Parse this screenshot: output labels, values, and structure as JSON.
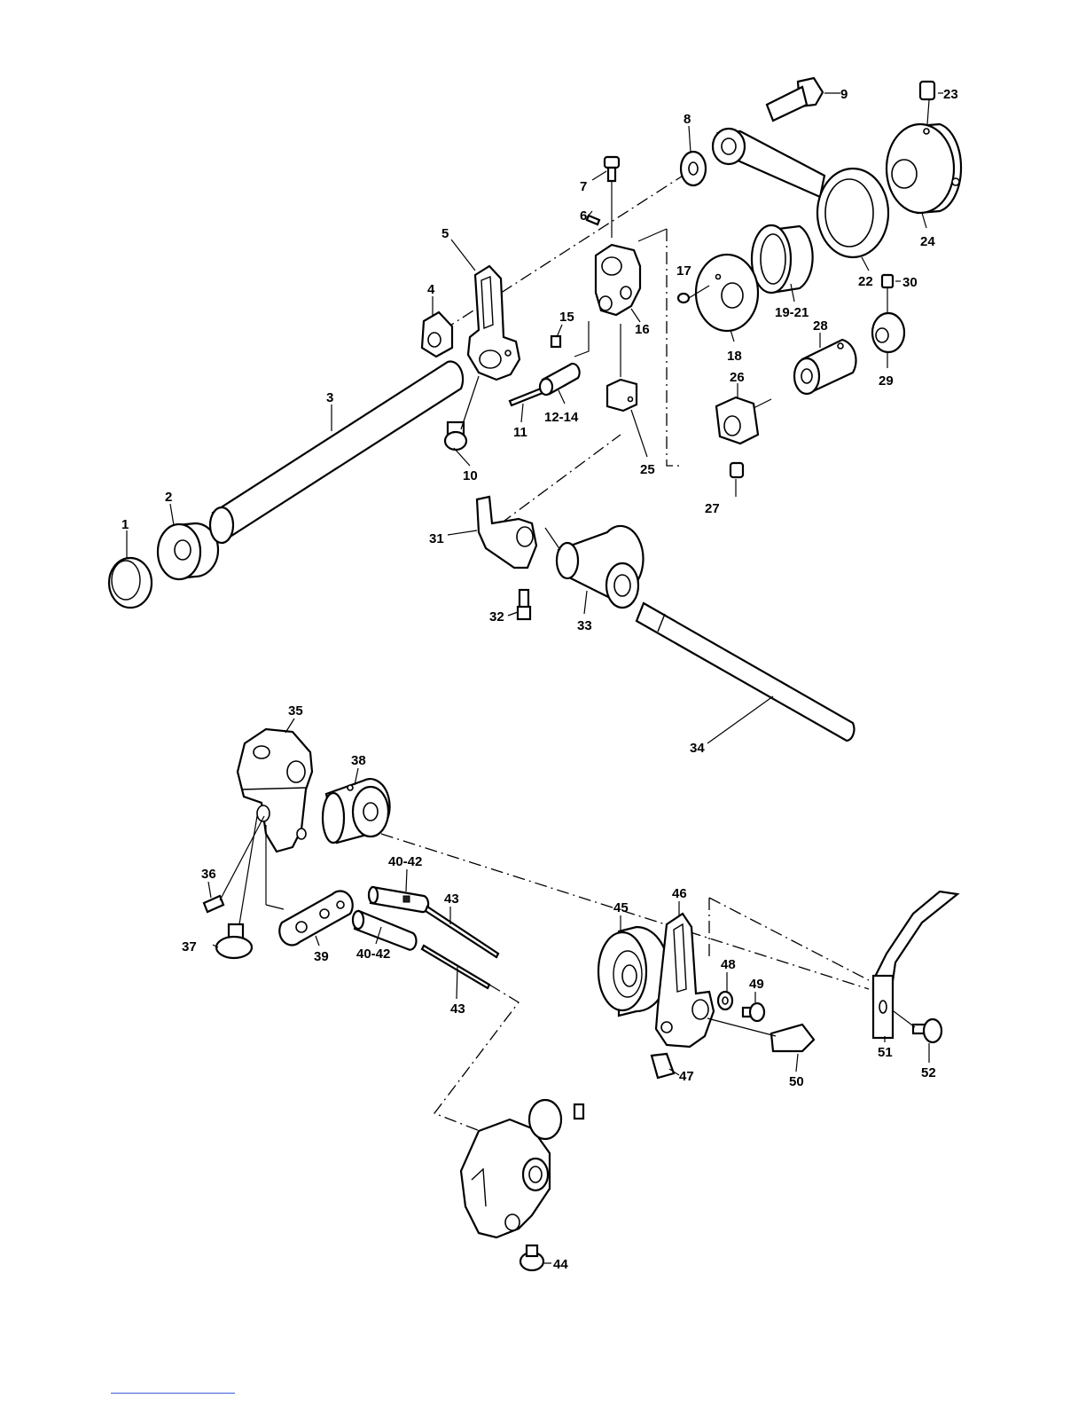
{
  "callouts": [
    {
      "id": "c1",
      "text": "1"
    },
    {
      "id": "c2",
      "text": "2"
    },
    {
      "id": "c3",
      "text": "3"
    },
    {
      "id": "c4",
      "text": "4"
    },
    {
      "id": "c5",
      "text": "5"
    },
    {
      "id": "c6",
      "text": "6"
    },
    {
      "id": "c7",
      "text": "7"
    },
    {
      "id": "c8",
      "text": "8"
    },
    {
      "id": "c9",
      "text": "9"
    },
    {
      "id": "c10",
      "text": "10"
    },
    {
      "id": "c11",
      "text": "11"
    },
    {
      "id": "c12",
      "text": "12-14"
    },
    {
      "id": "c15",
      "text": "15"
    },
    {
      "id": "c16",
      "text": "16"
    },
    {
      "id": "c17",
      "text": "17"
    },
    {
      "id": "c18",
      "text": "18"
    },
    {
      "id": "c19",
      "text": "19-21"
    },
    {
      "id": "c22",
      "text": "22"
    },
    {
      "id": "c23",
      "text": "23"
    },
    {
      "id": "c24",
      "text": "24"
    },
    {
      "id": "c25",
      "text": "25"
    },
    {
      "id": "c26",
      "text": "26"
    },
    {
      "id": "c27",
      "text": "27"
    },
    {
      "id": "c28",
      "text": "28"
    },
    {
      "id": "c29",
      "text": "29"
    },
    {
      "id": "c30",
      "text": "30"
    },
    {
      "id": "c31",
      "text": "31"
    },
    {
      "id": "c32",
      "text": "32"
    },
    {
      "id": "c33",
      "text": "33"
    },
    {
      "id": "c34",
      "text": "34"
    },
    {
      "id": "c35",
      "text": "35"
    },
    {
      "id": "c36",
      "text": "36"
    },
    {
      "id": "c37",
      "text": "37"
    },
    {
      "id": "c38",
      "text": "38"
    },
    {
      "id": "c39",
      "text": "39"
    },
    {
      "id": "c40a",
      "text": "40-42"
    },
    {
      "id": "c40b",
      "text": "40-42"
    },
    {
      "id": "c43a",
      "text": "43"
    },
    {
      "id": "c43b",
      "text": "43"
    },
    {
      "id": "c44",
      "text": "44"
    },
    {
      "id": "c45",
      "text": "45"
    },
    {
      "id": "c46",
      "text": "46"
    },
    {
      "id": "c47",
      "text": "47"
    },
    {
      "id": "c48",
      "text": "48"
    },
    {
      "id": "c49",
      "text": "49"
    },
    {
      "id": "c50",
      "text": "50"
    },
    {
      "id": "c51",
      "text": "51"
    },
    {
      "id": "c52",
      "text": "52"
    }
  ]
}
